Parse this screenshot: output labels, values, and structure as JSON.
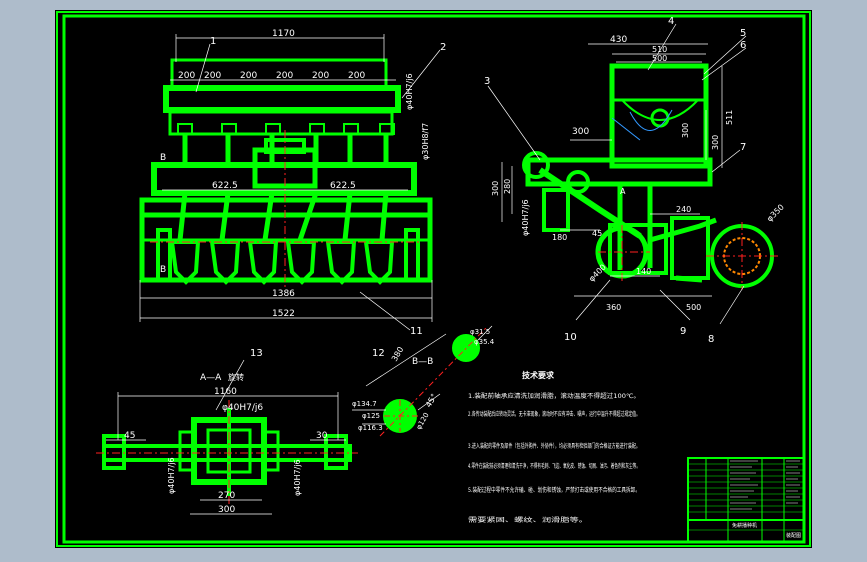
{
  "colors": {
    "outer_bg": "#aebccb",
    "sheet": "#000000",
    "frame": "#00ff00",
    "part": "#00ff00",
    "dimension": "#ffffff",
    "centerline": "#ff2020",
    "hidden": "#3399ff",
    "accent_orange": "#ff8800"
  },
  "front_view": {
    "dim_overall_top": "1170",
    "dim_spacings": [
      "200",
      "200",
      "200",
      "200",
      "200",
      "200"
    ],
    "dim_half_left": "622.5",
    "dim_half_right": "622.5",
    "dim_width_1": "1386",
    "dim_width_2": "1522",
    "section_mark_left": "B",
    "section_mark_right": "B",
    "fit_label": "φ40H7/j6",
    "fit_label_2": "φ30H8/f7"
  },
  "side_view": {
    "dim_top_1": "430",
    "dim_top_2": "510",
    "dim_top_3": "500",
    "dim_mid": "300",
    "dim_height_1": "300",
    "dim_height_2": "511",
    "dim_height_3": "300",
    "dim_left_1": "300",
    "dim_left_2": "280",
    "dim_fit": "φ40H7/j6",
    "dim_180": "180",
    "dim_45": "45",
    "dim_240": "240",
    "dim_140": "140",
    "dim_400": "φ400",
    "dim_360": "360",
    "dim_500": "500",
    "dim_350": "φ350",
    "section_mark": "A"
  },
  "section_aa": {
    "title": "A—A",
    "rotated": "旋转",
    "dim_top": "1160",
    "fit_top": "φ40H7/j6",
    "dim_45": "45",
    "dim_30": "30",
    "dim_270": "270",
    "dim_300": "300",
    "fit_left": "φ40H7/j6",
    "fit_right": "φ40H7/j6"
  },
  "section_bb": {
    "title": "B—B",
    "dim_380": "380",
    "dim_45": "45°",
    "dim_r1": "φ31.5",
    "dim_r2": "φ35.4",
    "dim_r3": "φ134.7",
    "dim_r4": "φ125",
    "dim_r5": "φ116.3",
    "dim_r6": "φ120"
  },
  "part_numbers": [
    "1",
    "2",
    "3",
    "4",
    "5",
    "6",
    "7",
    "8",
    "9",
    "10",
    "11",
    "12",
    "13"
  ],
  "tech_requirements": {
    "title": "技术要求",
    "items": [
      "1.装配前轴承应清洗加润滑脂，滚动温度不得超过100℃。",
      "2.各传动装配后应转动灵活，无卡滞现象，滚动时不应有冲击、噪声，运行中温升不得超过规定值。",
      "3.进入装配的零件及部件（包括外购件、外协件），均必须具有检验部门的合格证方能进行装配。",
      "4.零件在装配前必须清理和清洗干净，不得有毛刺、飞边、氧化皮、锈蚀、切屑、油污、着色剂和灰尘等。",
      "5.装配过程中零件不允许磕、碰、划伤和锈蚀，严禁打击或使用不合格的工具拆卸。",
      "需要紧固、螺纹、润滑脂等。"
    ]
  },
  "title_block": {
    "label_1": "免耕播种机",
    "label_2": "装配图"
  }
}
